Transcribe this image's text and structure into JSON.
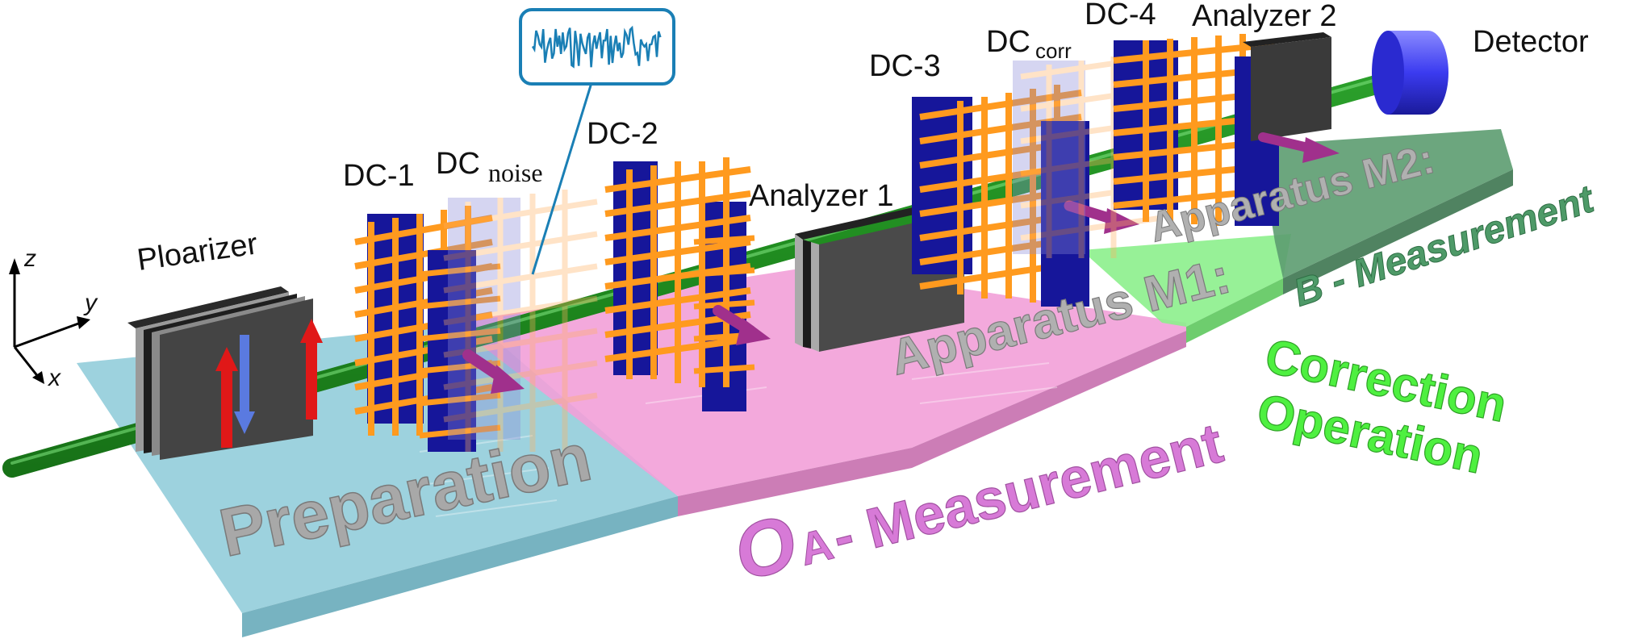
{
  "labels": {
    "polarizer": "Ploarizer",
    "dc1": "DC-1",
    "dc_noise_main": "DC",
    "dc_noise_sub": "noise",
    "dc2": "DC-2",
    "analyzer1": "Analyzer 1",
    "dc3": "DC-3",
    "dc_corr_main": "DC",
    "dc_corr_sub": "corr",
    "dc4": "DC-4",
    "analyzer2": "Analyzer 2",
    "detector": "Detector"
  },
  "axes": {
    "z": "z",
    "y": "y",
    "x": "x"
  },
  "regions": {
    "preparation": "Preparation",
    "apparatus_m1": "Apparatus M1:",
    "apparatus_m2": "Apparatus M2:",
    "oa_main": "O",
    "oa_sub": "A",
    "oa_rest": " - Measurement",
    "correction_line1": "Correction",
    "correction_line2": "Operation",
    "b_measurement": "B - Measurement"
  },
  "colors": {
    "preparation_floor": "#8ccad8",
    "oa_floor": "#f2a0d8",
    "correction_floor": "#8cf08c",
    "b_floor": "#5c9c70",
    "beam": "#1f8a1f",
    "coil_orange": "#ff9a1e",
    "core_blue": "#16169a",
    "analyzer_gray": "#3e3e3e",
    "detector_blue": "#3b3bf0",
    "arrow_magenta": "#a0308c",
    "noise_blue": "#1a7fb5",
    "region_gray_text": "#a8a8a8",
    "oa_text": "#d77ad7",
    "correction_text": "#4ef040",
    "b_text": "#4e9a68"
  }
}
